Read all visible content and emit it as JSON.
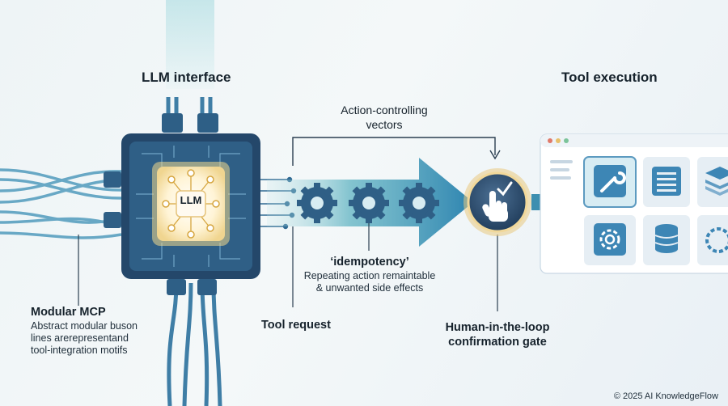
{
  "titles": {
    "llm_interface": "LLM interface",
    "tool_execution": "Tool execution"
  },
  "chip": {
    "label": "LLM"
  },
  "labels": {
    "action_vectors": [
      "Action-controlling",
      "vectors"
    ],
    "idempotency_title": "‘idempotency’",
    "idempotency_desc": [
      "Repeating action remaintable",
      "& unwanted side effects"
    ],
    "modular_title": "Modular MCP",
    "modular_desc": [
      "Abstract modular buson",
      "lines arerepresentand",
      "tool-integration motifs"
    ],
    "tool_request": "Tool request",
    "human_loop": [
      "Human-in-the-loop",
      "confirmation gate"
    ]
  },
  "footer": {
    "copyright": "© 2025 AI KnowledgeFlow"
  },
  "colors": {
    "chip_dark": "#24476a",
    "chip_mid": "#2f5f86",
    "teal": "#4aa3b0",
    "arrow": "#3d8fb0",
    "gate_gold": "#e8c77a",
    "tile_blue": "#3d86b5"
  },
  "icons": [
    "gear-icon",
    "hand-pointer-icon",
    "checkmark-icon",
    "wrench-icon",
    "list-icon",
    "layers-icon",
    "settings-icon",
    "database-icon"
  ]
}
